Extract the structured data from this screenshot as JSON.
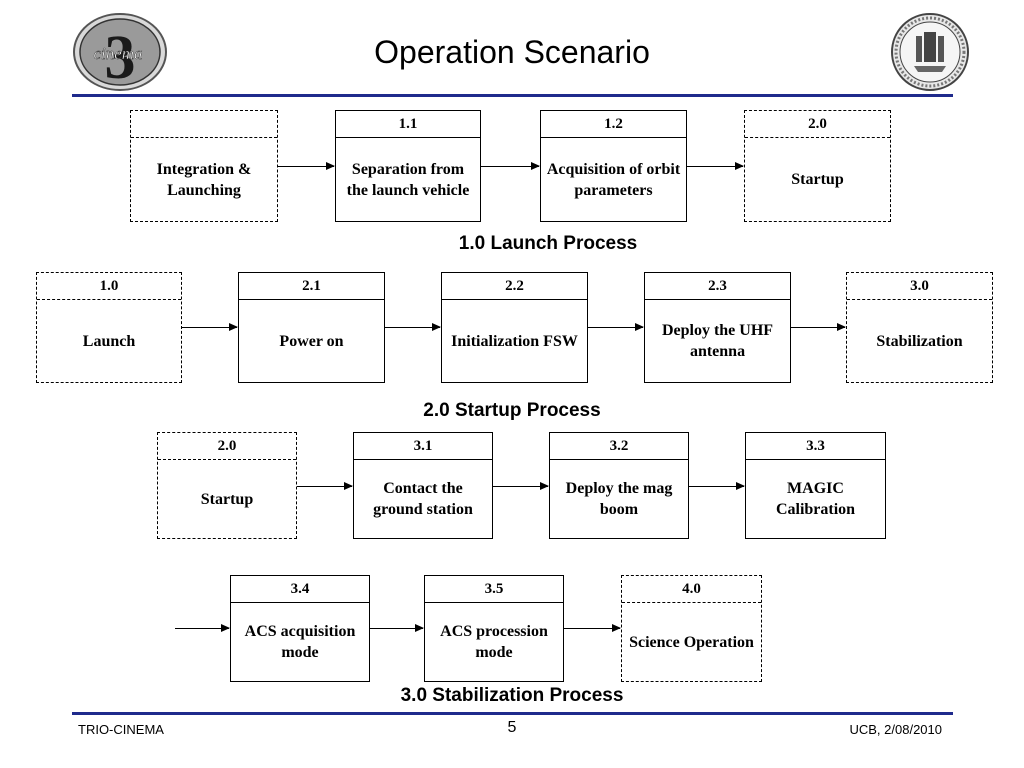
{
  "title": "Operation Scenario",
  "footer": {
    "left": "TRIO-CINEMA",
    "page": "5",
    "right": "UCB, 2/08/2010"
  },
  "logos": {
    "left_text": "cinema",
    "left_numeral": "3"
  },
  "launch": {
    "caption": "1.0 Launch Process",
    "boxes": [
      {
        "num": "",
        "label": "Integration & Launching"
      },
      {
        "num": "1.1",
        "label": "Separation from the launch vehicle"
      },
      {
        "num": "1.2",
        "label": "Acquisition of orbit parameters"
      },
      {
        "num": "2.0",
        "label": "Startup"
      }
    ]
  },
  "startup": {
    "caption": "2.0 Startup Process",
    "boxes": [
      {
        "num": "1.0",
        "label": "Launch"
      },
      {
        "num": "2.1",
        "label": "Power on"
      },
      {
        "num": "2.2",
        "label": "Initialization FSW"
      },
      {
        "num": "2.3",
        "label": "Deploy the UHF antenna"
      },
      {
        "num": "3.0",
        "label": "Stabilization"
      }
    ]
  },
  "stabilization": {
    "caption": "3.0 Stabilization Process",
    "boxes": [
      {
        "num": "2.0",
        "label": "Startup"
      },
      {
        "num": "3.1",
        "label": "Contact the ground station"
      },
      {
        "num": "3.2",
        "label": "Deploy the mag boom"
      },
      {
        "num": "3.3",
        "label": "MAGIC Calibration"
      },
      {
        "num": "3.4",
        "label": "ACS acquisition mode"
      },
      {
        "num": "3.5",
        "label": "ACS procession mode"
      },
      {
        "num": "4.0",
        "label": "Science Operation"
      }
    ]
  }
}
